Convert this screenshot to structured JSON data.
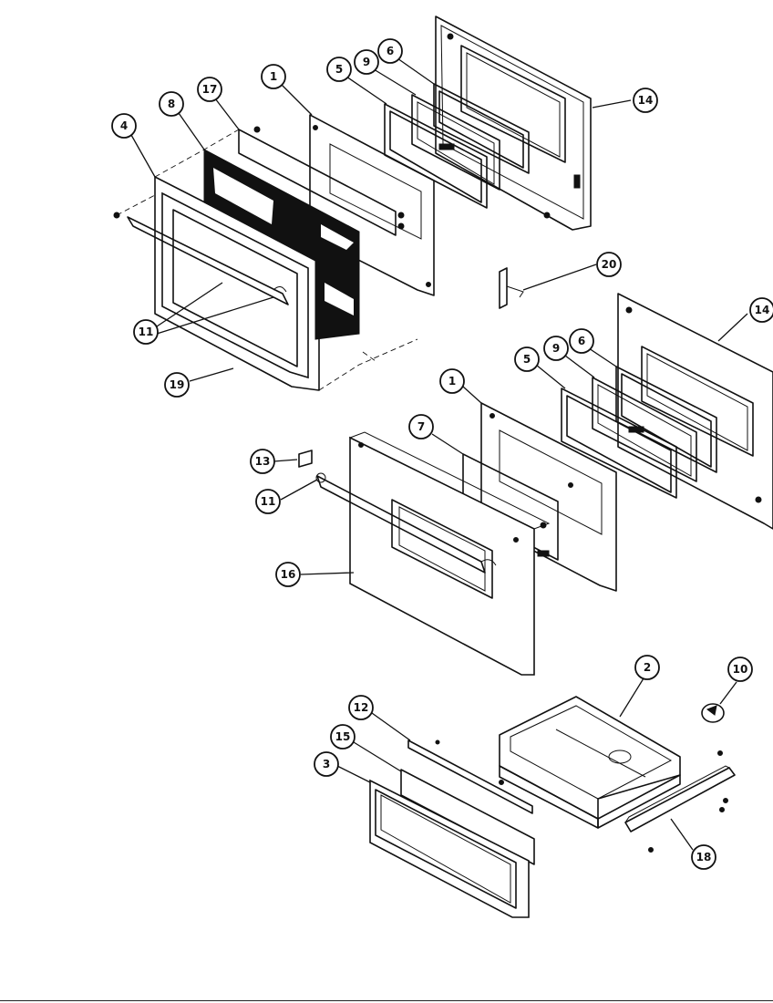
{
  "callouts": [
    {
      "id": "c-14-top",
      "label": "14"
    },
    {
      "id": "c-6-top",
      "label": "6"
    },
    {
      "id": "c-9-top",
      "label": "9"
    },
    {
      "id": "c-5-top",
      "label": "5"
    },
    {
      "id": "c-1-top",
      "label": "1"
    },
    {
      "id": "c-17",
      "label": "17"
    },
    {
      "id": "c-8",
      "label": "8"
    },
    {
      "id": "c-4",
      "label": "4"
    },
    {
      "id": "c-11-top",
      "label": "11"
    },
    {
      "id": "c-19",
      "label": "19"
    },
    {
      "id": "c-20",
      "label": "20"
    },
    {
      "id": "c-14-mid",
      "label": "14"
    },
    {
      "id": "c-6-mid",
      "label": "6"
    },
    {
      "id": "c-9-mid",
      "label": "9"
    },
    {
      "id": "c-5-mid",
      "label": "5"
    },
    {
      "id": "c-1-mid",
      "label": "1"
    },
    {
      "id": "c-7",
      "label": "7"
    },
    {
      "id": "c-13",
      "label": "13"
    },
    {
      "id": "c-11-mid",
      "label": "11"
    },
    {
      "id": "c-16",
      "label": "16"
    },
    {
      "id": "c-2",
      "label": "2"
    },
    {
      "id": "c-10",
      "label": "10"
    },
    {
      "id": "c-12",
      "label": "12"
    },
    {
      "id": "c-15",
      "label": "15"
    },
    {
      "id": "c-3",
      "label": "3"
    },
    {
      "id": "c-18",
      "label": "18"
    }
  ]
}
